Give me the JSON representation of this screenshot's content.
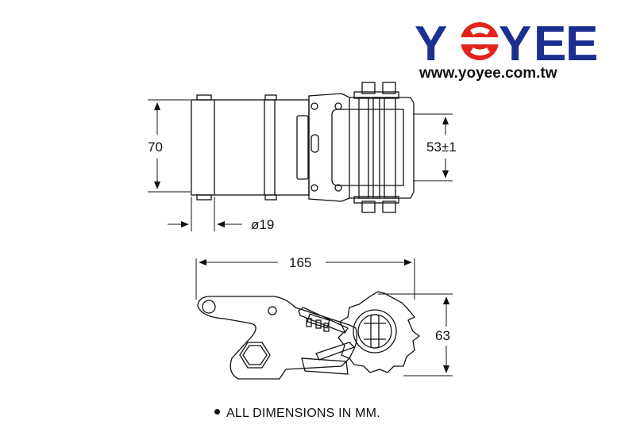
{
  "brand": {
    "name": "YOYEE",
    "letters": [
      "Y",
      "Y",
      "E",
      "E"
    ],
    "url": "www.yoyee.com.tw",
    "primary_color": "#1b2f8f",
    "accent_color": "#e2231a"
  },
  "dimensions": {
    "height_top": "70",
    "inner_width": "53±1",
    "diameter": "ø19",
    "length": "165",
    "height_side": "63"
  },
  "note": "ALL DIMENSIONS IN MM."
}
